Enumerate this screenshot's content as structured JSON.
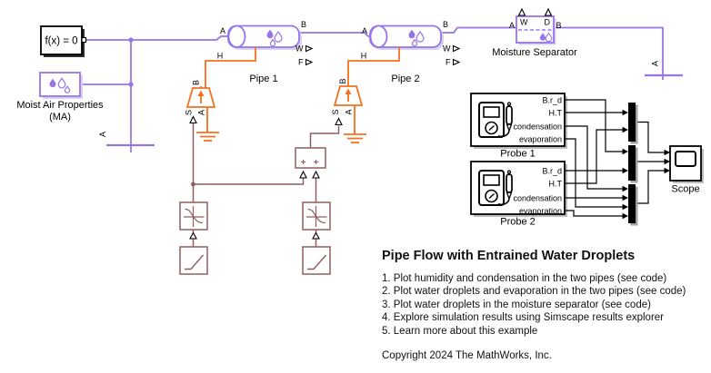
{
  "colors": {
    "moist_air_purple": "#9775E8",
    "thermal_orange": "#F4701E",
    "physical_signal_maroon": "#8F5F5F",
    "signal_black": "#000000"
  },
  "blocks": {
    "solver": {
      "label": "f(x) = 0"
    },
    "moist_air_properties": {
      "name_line1": "Moist Air Properties",
      "name_line2": "(MA)"
    },
    "pipe1": {
      "name": "Pipe 1",
      "port_a": "A",
      "port_b": "B",
      "port_h": "H",
      "port_w": "W",
      "port_f": "F"
    },
    "pipe2": {
      "name": "Pipe 2",
      "port_a": "A",
      "port_b": "B",
      "port_h": "H",
      "port_w": "W",
      "port_f": "F"
    },
    "moisture_separator": {
      "name": "Moisture Separator",
      "port_a": "A",
      "port_b": "B",
      "port_w": "W",
      "port_d": "D"
    },
    "temp_source1": {
      "port_b": "B",
      "port_s": "S",
      "port_a": "A"
    },
    "temp_source2": {
      "port_b": "B",
      "port_s": "S",
      "port_a": "A"
    },
    "ps_add": {
      "plus_left": "+",
      "plus_right": "+"
    },
    "reservoir_left": {
      "port_a": "A"
    },
    "reservoir_right": {
      "port_a": "A"
    },
    "probe1": {
      "name": "Probe 1",
      "ports": [
        "B.r_d",
        "H.T",
        "condensation",
        "evaporation"
      ]
    },
    "probe2": {
      "name": "Probe 2",
      "ports": [
        "B.r_d",
        "H.T",
        "condensation",
        "evaporation"
      ]
    },
    "scope": {
      "name": "Scope"
    }
  },
  "description": {
    "title": "Pipe Flow with Entrained Water Droplets",
    "items": [
      "1. Plot humidity and condensation in the two pipes (see code)",
      "2. Plot water droplets and evaporation in the two pipes (see code)",
      "3. Plot water droplets in the moisture separator (see code)",
      "4. Explore simulation results using Simscape results explorer",
      "5. Learn more about this example"
    ],
    "copyright": "Copyright 2024 The MathWorks, Inc."
  }
}
